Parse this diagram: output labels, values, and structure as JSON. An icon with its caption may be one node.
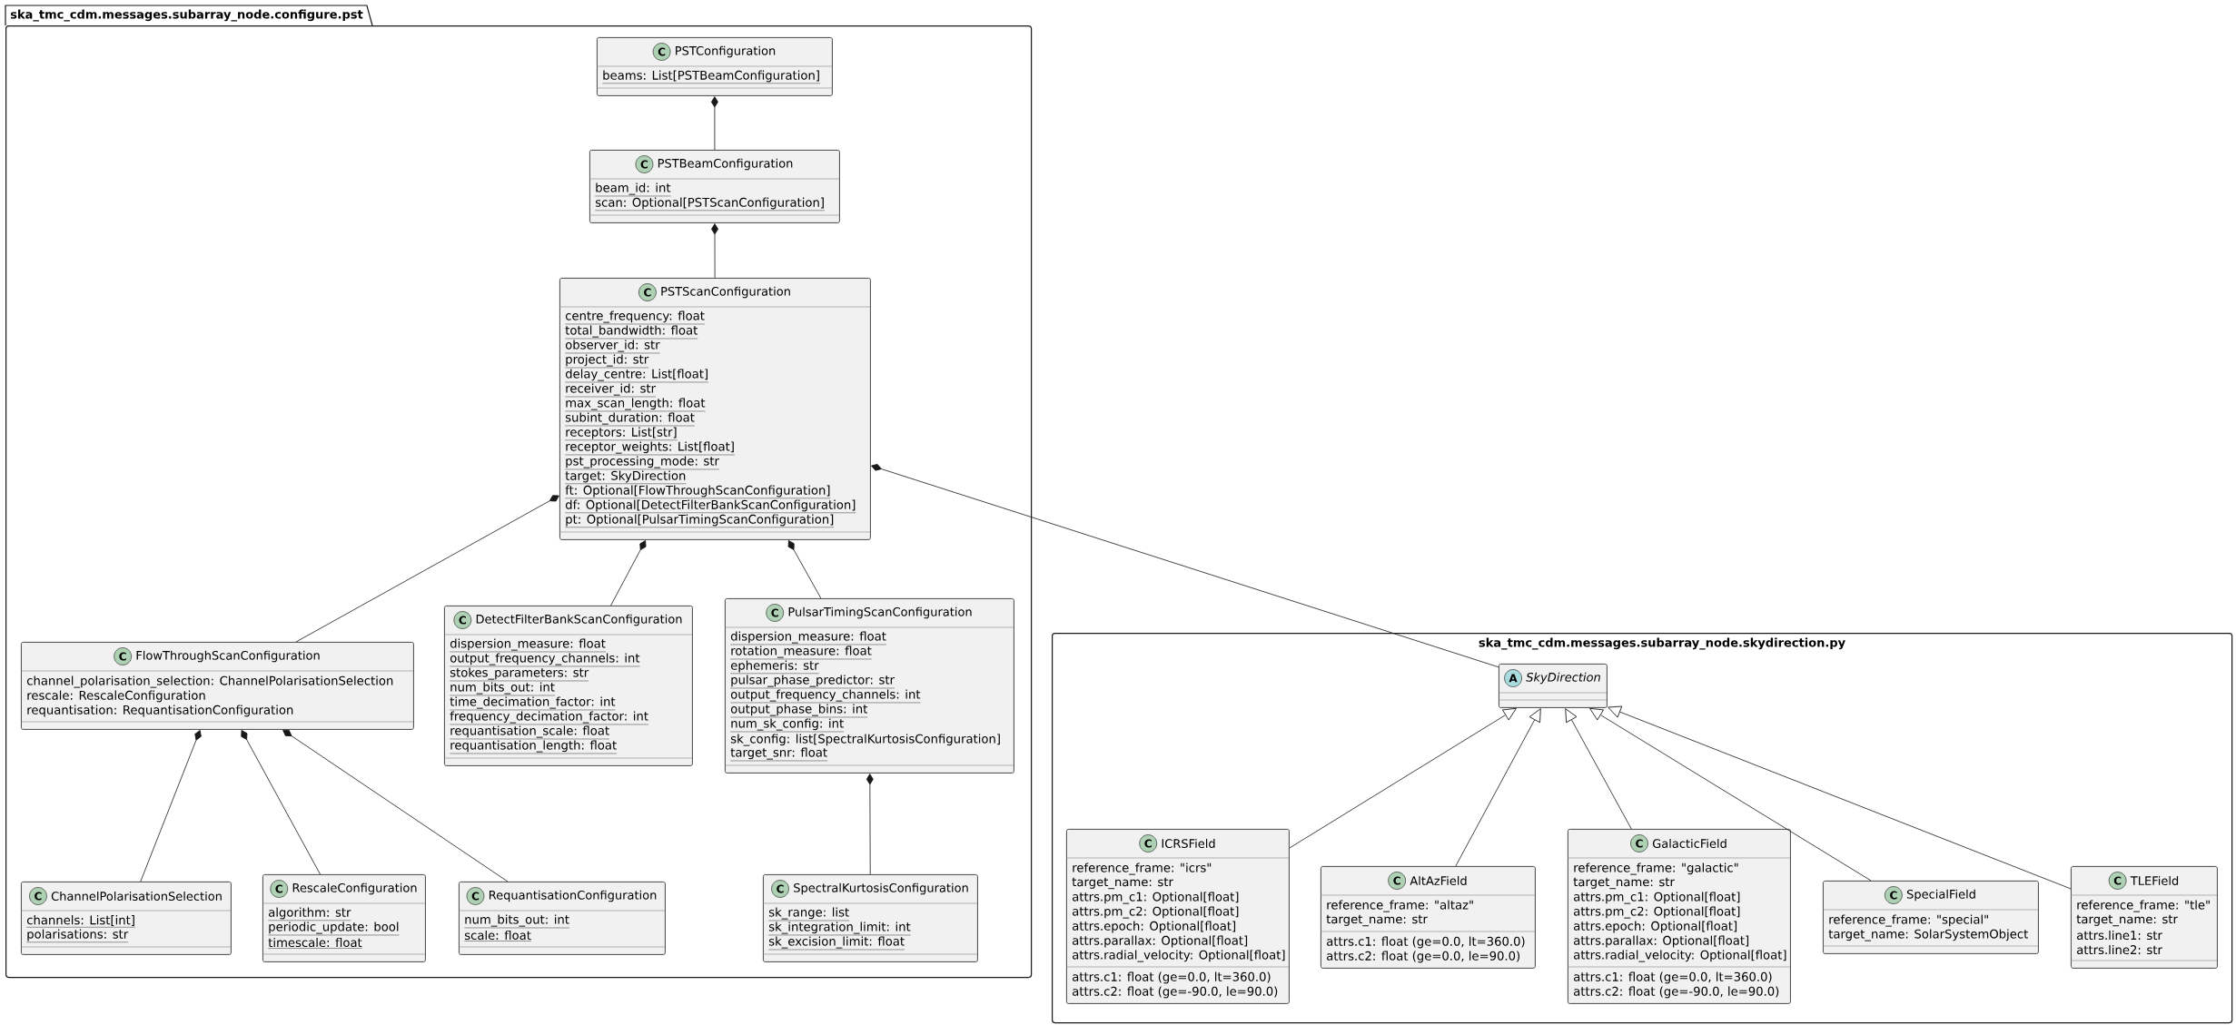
{
  "diagram": {
    "nodes": [
      {
        "text": [
          "ska_tmc_cdm.messages.subarray_node.configure.pst"
        ]
      },
      {
        "text": [
          "C",
          "PSTConfiguration",
          "beams: List[PSTBeamConfiguration]"
        ],
        "in": 0
      },
      {
        "text": [
          "C",
          "PSTBeamConfiguration",
          "beam_id: int",
          "scan: Optional[PSTScanConfiguration]"
        ],
        "in": 0
      },
      {
        "text": [
          "C",
          "PSTScanConfiguration",
          "centre_frequency: float",
          "total_bandwidth: float",
          "observer_id: str",
          "project_id: str",
          "delay_centre: List[float]",
          "receiver_id: str",
          "max_scan_length: float",
          "subint_duration: float",
          "receptors: List[str]",
          "receptor_weights: List[float]",
          "pst_processing_mode: str",
          "target: SkyDirection",
          "ft: Optional[FlowThroughScanConfiguration]",
          "df: Optional[DetectFilterBankScanConfiguration]",
          "pt: Optional[PulsarTimingScanConfiguration]"
        ],
        "in": 0
      },
      {
        "text": [
          "C",
          "FlowThroughScanConfiguration",
          "channel_polarisation_selection: ChannelPolarisationSelection",
          "rescale: RescaleConfiguration",
          "requantisation: RequantisationConfiguration"
        ],
        "in": 0
      },
      {
        "text": [
          "C",
          "DetectFilterBankScanConfiguration",
          "dispersion_measure: float",
          "output_frequency_channels: int",
          "stokes_parameters: str",
          "num_bits_out: int",
          "time_decimation_factor: int",
          "frequency_decimation_factor: int",
          "requantisation_scale: float",
          "requantisation_length: float"
        ],
        "in": 0
      },
      {
        "text": [
          "C",
          "PulsarTimingScanConfiguration",
          "dispersion_measure: float",
          "rotation_measure: float",
          "ephemeris: str",
          "pulsar_phase_predictor: str",
          "output_frequency_channels: int",
          "output_phase_bins: int",
          "num_sk_config: int",
          "sk_config: list[SpectralKurtosisConfiguration]",
          "target_snr: float"
        ],
        "in": 0
      },
      {
        "text": [
          "C",
          "ChannelPolarisationSelection",
          "channels: List[int]",
          "polarisations: str"
        ],
        "in": 0
      },
      {
        "text": [
          "C",
          "RescaleConfiguration",
          "algorithm: str",
          "periodic_update: bool",
          "timescale: float"
        ],
        "in": 0
      },
      {
        "text": [
          "C",
          "RequantisationConfiguration",
          "num_bits_out: int",
          "scale: float"
        ],
        "in": 0
      },
      {
        "text": [
          "C",
          "SpectralKurtosisConfiguration",
          "sk_range: list",
          "sk_integration_limit: int",
          "sk_excision_limit: float"
        ],
        "in": 0
      },
      {
        "text": [
          "ska_tmc_cdm.messages.subarray_node.skydirection.py"
        ]
      },
      {
        "text": [
          "A",
          "SkyDirection"
        ],
        "in": 11
      },
      {
        "text": [
          "C",
          "ICRSField",
          "reference_frame: \"icrs\"",
          "target_name: str",
          "attrs.pm_c1: Optional[float]",
          "attrs.pm_c2: Optional[float]",
          "attrs.epoch: Optional[float]",
          "attrs.parallax: Optional[float]",
          "attrs.radial_velocity: Optional[float]",
          "attrs.c1: float (ge=0.0, lt=360.0)",
          "attrs.c2: float (ge=-90.0, le=90.0)"
        ],
        "in": 11
      },
      {
        "text": [
          "C",
          "AltAzField",
          "reference_frame: \"altaz\"",
          "target_name: str",
          "attrs.c1: float (ge=0.0, lt=360.0)",
          "attrs.c2: float (ge=0.0, le=90.0)"
        ],
        "in": 11
      },
      {
        "text": [
          "C",
          "GalacticField",
          "reference_frame: \"galactic\"",
          "target_name: str",
          "attrs.pm_c1: Optional[float]",
          "attrs.pm_c2: Optional[float]",
          "attrs.epoch: Optional[float]",
          "attrs.parallax: Optional[float]",
          "attrs.radial_velocity: Optional[float]",
          "attrs.c1: float (ge=0.0, lt=360.0)",
          "attrs.c2: float (ge=-90.0, le=90.0)"
        ],
        "in": 11
      },
      {
        "text": [
          "C",
          "SpecialField",
          "reference_frame: \"special\"",
          "target_name: SolarSystemObject"
        ],
        "in": 11
      },
      {
        "text": [
          "C",
          "TLEField",
          "reference_frame: \"tle\"",
          "target_name: str",
          "attrs.line1: str",
          "attrs.line2: str"
        ],
        "in": 11
      }
    ],
    "edges": [
      {
        "from": 1,
        "to": 2,
        "arrow": "other"
      },
      {
        "from": 2,
        "to": 3,
        "arrow": "other"
      },
      {
        "from": 3,
        "to": 4,
        "arrow": "other"
      },
      {
        "from": 3,
        "to": 5,
        "arrow": "other"
      },
      {
        "from": 3,
        "to": 6,
        "arrow": "other"
      },
      {
        "from": 3,
        "to": 12,
        "arrow": "other"
      },
      {
        "from": 4,
        "to": 7,
        "arrow": "other"
      },
      {
        "from": 4,
        "to": 8,
        "arrow": "other"
      },
      {
        "from": 4,
        "to": 9,
        "arrow": "other"
      },
      {
        "from": 6,
        "to": 10,
        "arrow": "other"
      },
      {
        "from": 13,
        "to": 12,
        "arrow": "to"
      },
      {
        "from": 14,
        "to": 12,
        "arrow": "to"
      },
      {
        "from": 15,
        "to": 12,
        "arrow": "to"
      },
      {
        "from": 16,
        "to": 12,
        "arrow": "to"
      },
      {
        "from": 17,
        "to": 12,
        "arrow": "to"
      }
    ]
  }
}
